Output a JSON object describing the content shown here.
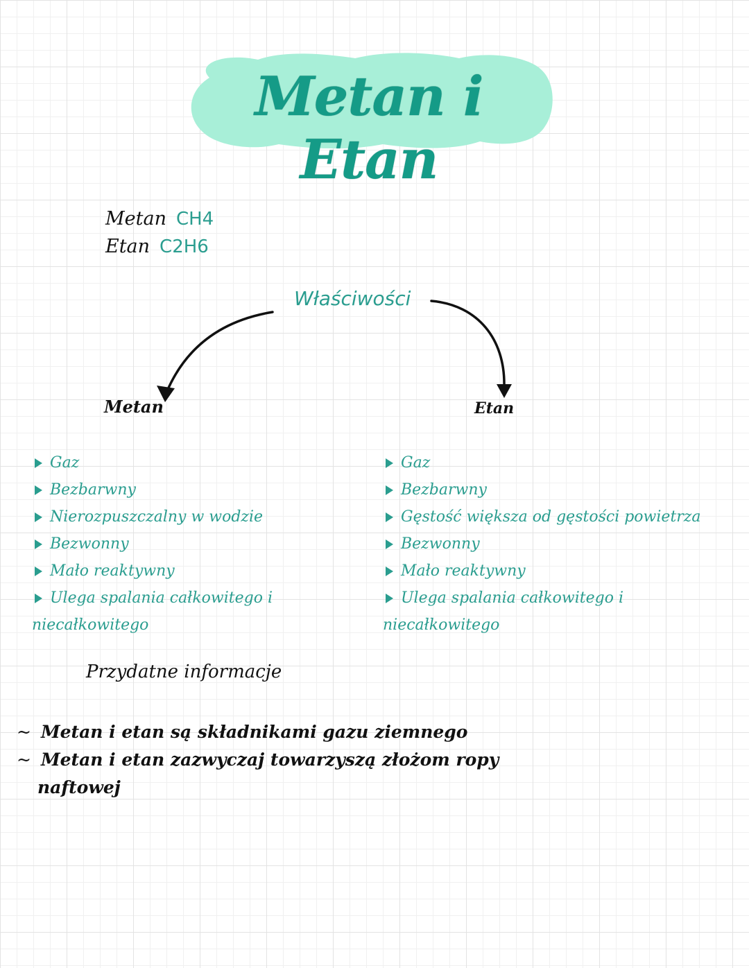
{
  "title": "Metan i Etan",
  "formulas": [
    {
      "name": "Metan",
      "formula": "CH4"
    },
    {
      "name": "Etan",
      "formula": "C2H6"
    }
  ],
  "properties_label": "Właściwości",
  "columns": {
    "left": {
      "heading": "Metan",
      "items": [
        "Gaz",
        "Bezbarwny",
        "Nierozpuszczalny w wodzie",
        "Bezwonny",
        "Mało reaktywny",
        "Ulega spalania całkowitego i"
      ],
      "continuation": "niecałkowitego"
    },
    "right": {
      "heading": "Etan",
      "items": [
        "Gaz",
        "Bezbarwny",
        "Gęstość większa od gęstości powietrza",
        "Bezwonny",
        "Mało reaktywny",
        "Ulega spalania całkowitego i"
      ],
      "continuation": "niecałkowitego"
    }
  },
  "useful_info": {
    "heading": "Przydatne informacje",
    "bullet_glyph": "~",
    "facts": [
      "Metan i etan są składnikami gazu ziemnego",
      "Metan i etan zazwyczaj towarzyszą złożom ropy",
      "naftowej"
    ]
  },
  "colors": {
    "accent": "#2a9d8f",
    "title_text": "#159b87",
    "title_highlight": "#a8efd8",
    "ink": "#111111"
  }
}
